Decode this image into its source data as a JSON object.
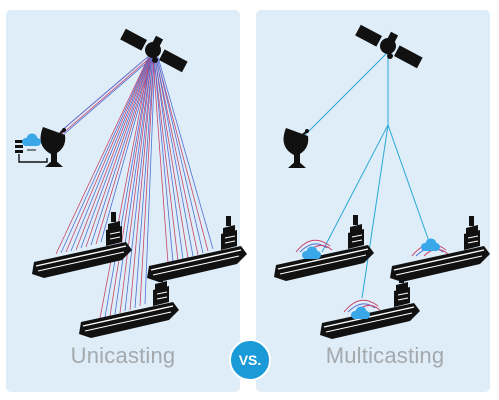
{
  "captions": {
    "left": "Unicasting",
    "right": "Multicasting",
    "versus": "VS."
  },
  "colors": {
    "panel": "#deedf8",
    "accent": "#1a9ad7",
    "caption": "#a3a9ad",
    "unicast_line_red": "#c8466a",
    "unicast_line_blue": "#4f6fd6",
    "multicast_line": "#2aa9d6",
    "cloud": "#3aa8e8",
    "ship": "#111111"
  },
  "icons": [
    "satellite-icon",
    "ground-dish-icon",
    "server-rack-icon",
    "cloud-icon",
    "ship-icon",
    "wifi-signal-icon"
  ]
}
